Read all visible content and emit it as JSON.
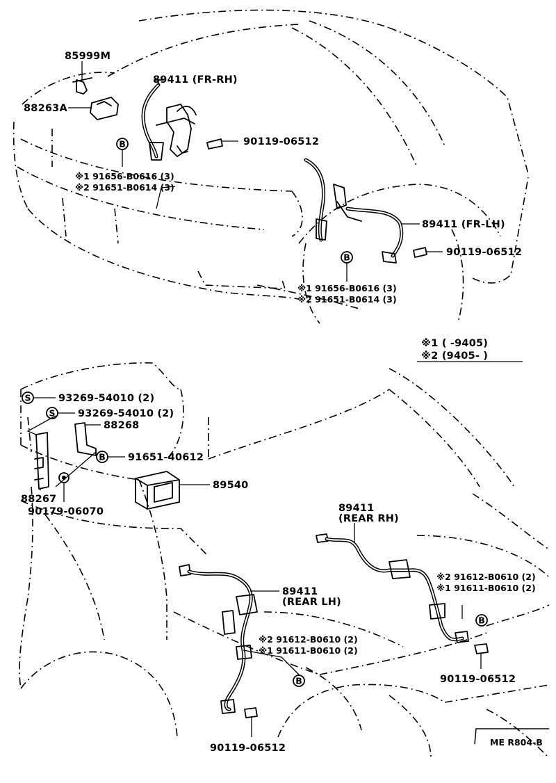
{
  "front": {
    "sensor_bracket": "85999M",
    "sensor_box": "88263A",
    "sensor_rh": "89411 (FR-RH)",
    "bolt_rh": "90119-06512",
    "rh_bolt1": "※1 91656-B0616 (3)",
    "rh_bolt2": "※2 91651-B0614 (3)",
    "sensor_lh": "89411 (FR-LH)",
    "bolt_lh": "90119-06512",
    "lh_bolt1": "※1  91656-B0616 (3)",
    "lh_bolt2": "※2  91651-B0614 (3)",
    "bolt_symbol": "B"
  },
  "legend": {
    "note1": "※1 (      -9405)",
    "note2": "※2 (9405-       )"
  },
  "rear": {
    "screw1": "93269-54010 (2)",
    "screw2": "93269-54010 (2)",
    "bracket_a": "88268",
    "bolt_a": "91651-40612",
    "bracket_b": "88267",
    "nut": "90179-06070",
    "ecu": "89540",
    "sensor_rh_num": "89411",
    "sensor_rh_side": "(REAR RH)",
    "sensor_lh_num": "89411",
    "sensor_lh_side": "(REAR LH)",
    "rh_bolt2": "※2 91612-B0610 (2)",
    "rh_bolt1": "※1 91611-B0610 (2)",
    "lh_bolt2": "※2  91612-B0610 (2)",
    "lh_bolt1": "※1  91611-B0610 (2)",
    "bolt_rh": "90119-06512",
    "bolt_lh": "90119-06512",
    "screw_symbol": "S",
    "bolt_symbol": "B"
  },
  "footer": {
    "code": "ME R804-B"
  }
}
